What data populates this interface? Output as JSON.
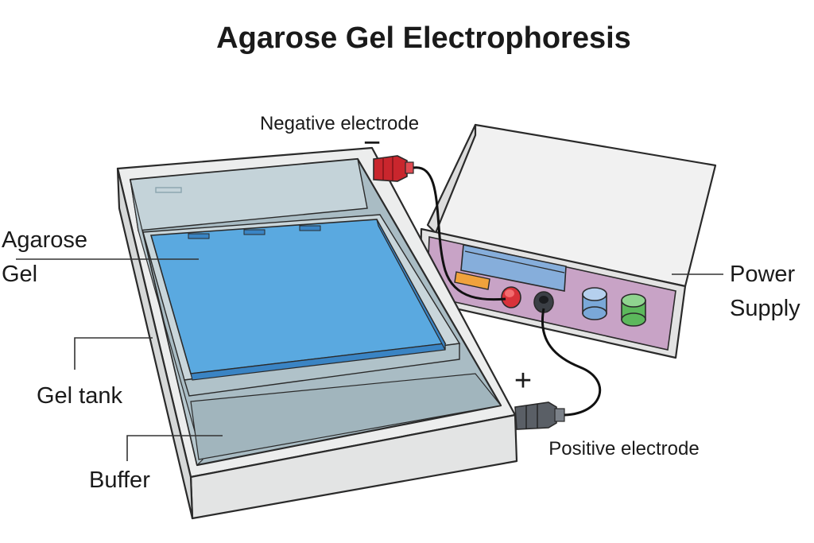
{
  "title": "Agarose Gel Electrophoresis",
  "labels": {
    "negative_electrode": "Negative electrode",
    "negative_sign": "−",
    "positive_electrode": "Positive electrode",
    "positive_sign": "+",
    "agarose_gel_line1": "Agarose",
    "agarose_gel_line2": "Gel",
    "gel_tank": "Gel tank",
    "buffer": "Buffer",
    "power_supply_line1": "Power",
    "power_supply_line2": "Supply"
  },
  "colors": {
    "gel": "#5aa9e0",
    "gel_edge": "#3a84c4",
    "tank_wall": "#e9eaea",
    "tank_inner": "#a9bcc4",
    "power_panel": "#c8a3c6",
    "power_body": "#eeeeee",
    "terminal_negative": "#d8323a",
    "terminal_positive": "#3b3f45",
    "knob_blue": "#7aa8d8",
    "knob_green": "#5cb85c"
  }
}
